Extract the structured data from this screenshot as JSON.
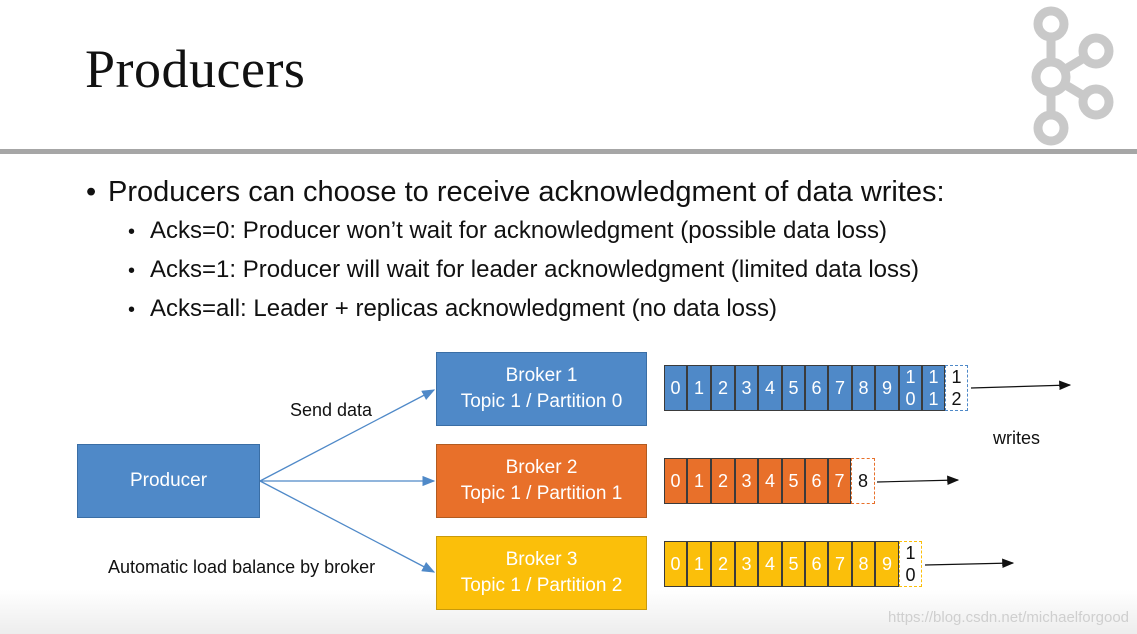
{
  "title": "Producers",
  "bullet_main": "Producers can choose to receive acknowledgment of data writes:",
  "bullets": [
    "Acks=0: Producer won’t wait for acknowledgment (possible data loss)",
    "Acks=1: Producer will wait for leader acknowledgment (limited data loss)",
    "Acks=all: Leader + replicas acknowledgment (no data loss)"
  ],
  "producer": "Producer",
  "send_data": "Send data",
  "load_balance": "Automatic load balance by broker",
  "writes": "writes",
  "brokers": [
    {
      "name": "Broker 1",
      "partition": "Topic 1 / Partition 0",
      "cells": [
        "0",
        "1",
        "2",
        "3",
        "4",
        "5",
        "6",
        "7",
        "8",
        "9",
        "1|0",
        "1|1"
      ],
      "next": "1|2",
      "color": "#4f89c8"
    },
    {
      "name": "Broker 2",
      "partition": "Topic 1 / Partition 1",
      "cells": [
        "0",
        "1",
        "2",
        "3",
        "4",
        "5",
        "6",
        "7"
      ],
      "next": "8",
      "color": "#e8702a"
    },
    {
      "name": "Broker 3",
      "partition": "Topic 1 / Partition 2",
      "cells": [
        "0",
        "1",
        "2",
        "3",
        "4",
        "5",
        "6",
        "7",
        "8",
        "9"
      ],
      "next": "1|0",
      "color": "#fbbf0a"
    }
  ],
  "watermark": "https://blog.csdn.net/michaelforgood"
}
